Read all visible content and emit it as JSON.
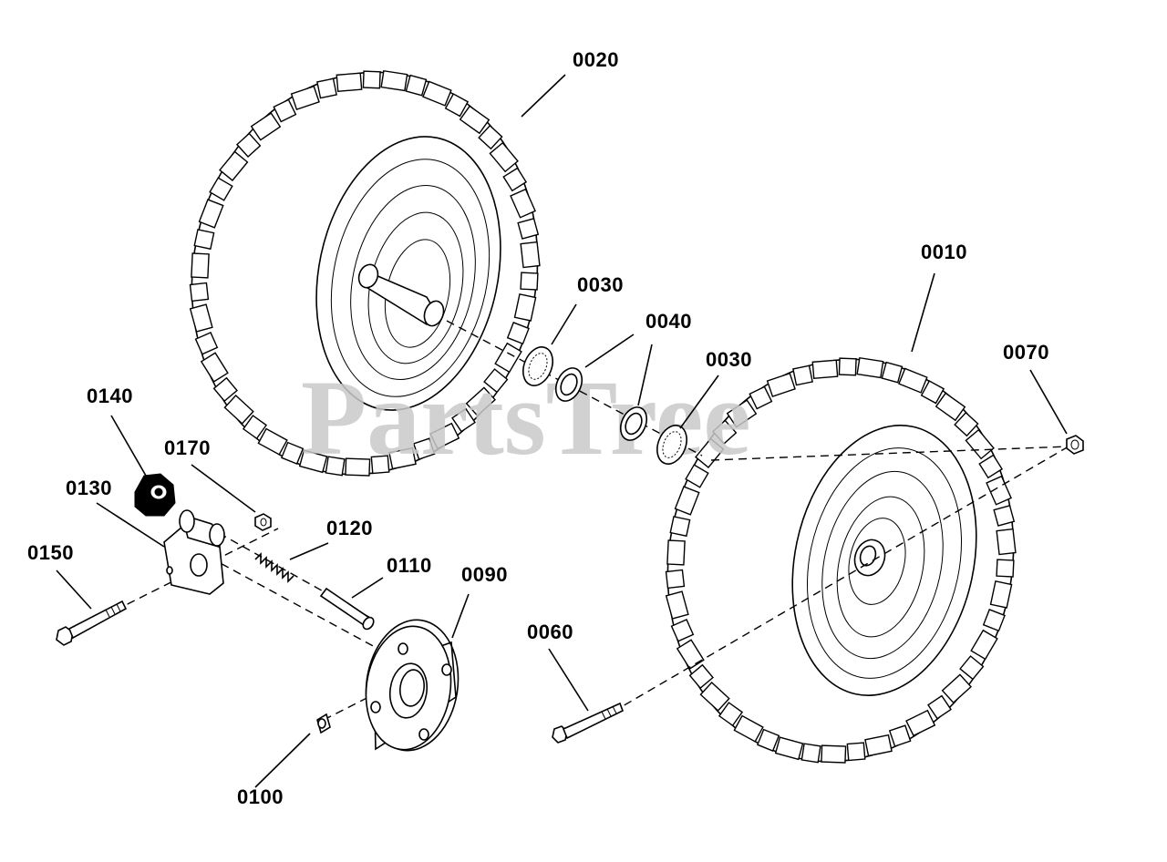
{
  "watermark": {
    "text": "PartsTree"
  },
  "callouts": {
    "c0010": "0010",
    "c0020": "0020",
    "c0030a": "0030",
    "c0030b": "0030",
    "c0040": "0040",
    "c0060": "0060",
    "c0070": "0070",
    "c0090": "0090",
    "c0100": "0100",
    "c0110": "0110",
    "c0120": "0120",
    "c0130": "0130",
    "c0140": "0140",
    "c0150": "0150",
    "c0170": "0170"
  }
}
